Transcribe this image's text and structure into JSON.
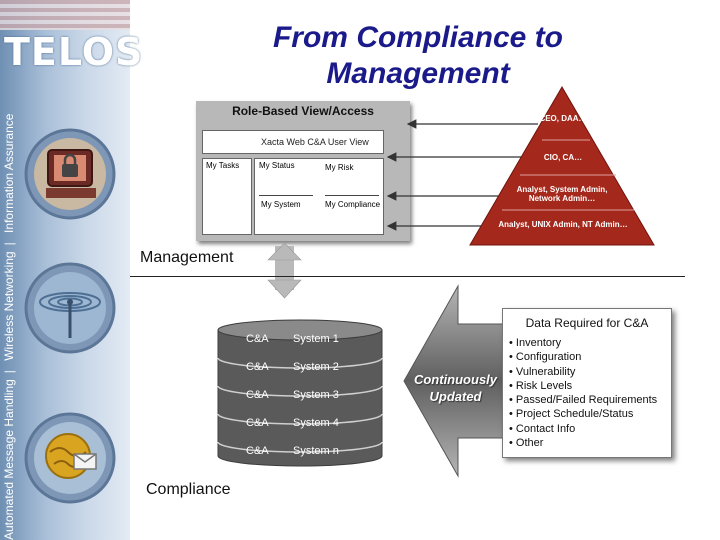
{
  "header": {
    "title_line1": "From Compliance to",
    "title_line2": "Management"
  },
  "sidebar": {
    "logo": "TELOS",
    "labels": [
      "Automated Message Handling",
      "Wireless Networking",
      "Information Assurance"
    ],
    "icons": [
      "computer-lock-icon",
      "wireless-antenna-icon",
      "globe-envelope-icon"
    ]
  },
  "role_panel": {
    "title": "Role-Based View/Access",
    "xacta_label": "Xacta Web C&A User View",
    "tasks_label": "My Tasks",
    "status_label": "My Status",
    "risk_label": "My Risk",
    "system_label": "My System",
    "compliance_label": "My Compliance"
  },
  "pyramid": {
    "levels": [
      "CEO, DAA…",
      "CIO, CA…",
      "Analyst, System Admin, Network Admin…",
      "Analyst, UNIX Admin, NT Admin…"
    ],
    "color": "#a5281c"
  },
  "sections": {
    "management": "Management",
    "compliance": "Compliance"
  },
  "database": {
    "rows": [
      {
        "ca": "C&A",
        "system": "System 1"
      },
      {
        "ca": "C&A",
        "system": "System 2"
      },
      {
        "ca": "C&A",
        "system": "System 3"
      },
      {
        "ca": "C&A",
        "system": "System 4"
      },
      {
        "ca": "C&A",
        "system": "System n"
      }
    ],
    "color": "#5a5a5a"
  },
  "arrow": {
    "line1": "Continuously",
    "line2": "Updated"
  },
  "requirements": {
    "title": "Data Required for C&A",
    "items": [
      "Inventory",
      "Configuration",
      "Vulnerability",
      "Risk Levels",
      "Passed/Failed Requirements",
      "Project Schedule/Status",
      "Contact Info",
      "Other"
    ]
  }
}
